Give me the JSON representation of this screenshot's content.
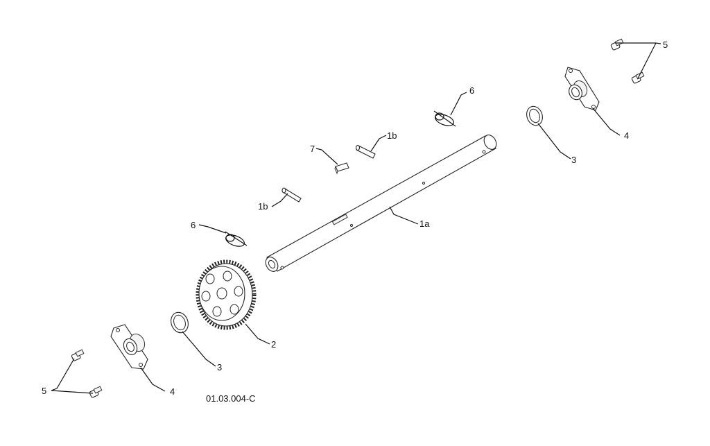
{
  "callouts": {
    "shaft": "1a",
    "pin_upper": "1b",
    "pin_lower": "1b",
    "gear": "2",
    "washer_left": "3",
    "washer_right": "3",
    "bearing_left": "4",
    "bearing_right": "4",
    "bolts_left": "5",
    "bolts_right": "5",
    "clip_left": "6",
    "clip_right": "6",
    "key": "7"
  },
  "drawing_id": "01.03.004-C"
}
